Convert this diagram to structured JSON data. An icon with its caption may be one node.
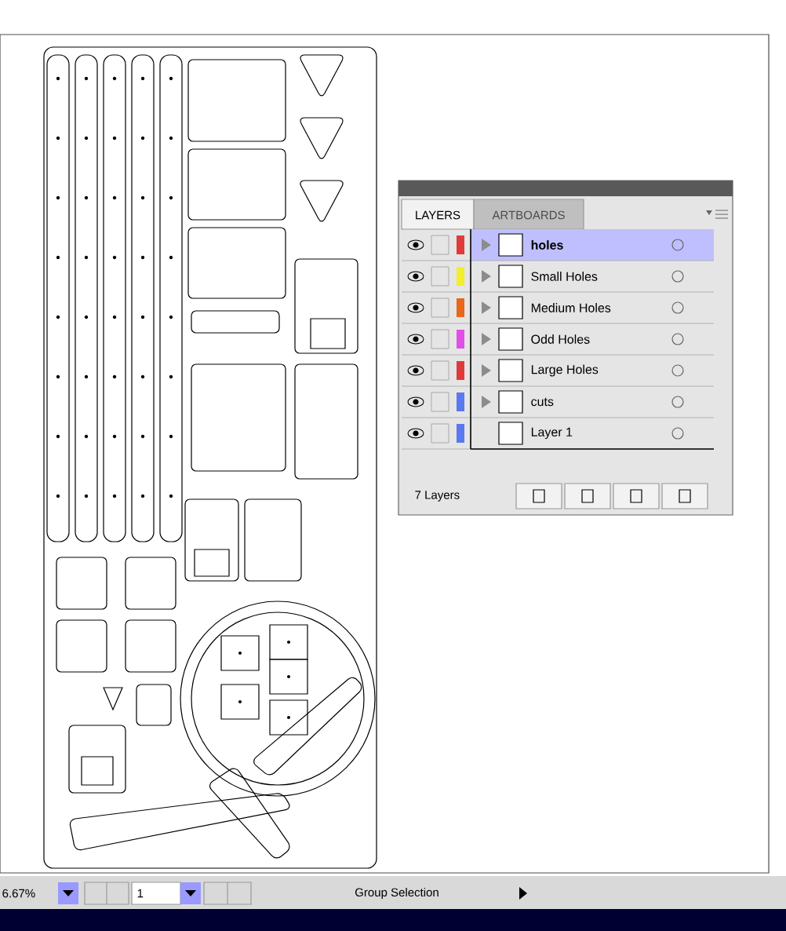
{
  "diagram": {
    "labels": [
      "LAYERS",
      "ARTBOARDS",
      "7 Layers",
      "6.67%",
      "1",
      "Group Selection"
    ],
    "legend": [
      {
        "text": "holes",
        "color": "#e03a3a"
      },
      {
        "text": "Small Holes",
        "color": "#f2ee2a"
      },
      {
        "text": "Medium Holes",
        "color": "#e8671a"
      },
      {
        "text": "Odd Holes",
        "color": "#e050e8"
      },
      {
        "text": "Large Holes",
        "color": "#e03a3a"
      },
      {
        "text": "cuts",
        "color": "#5a78f0"
      },
      {
        "text": "Layer 1",
        "color": "#5a78f0"
      }
    ]
  }
}
